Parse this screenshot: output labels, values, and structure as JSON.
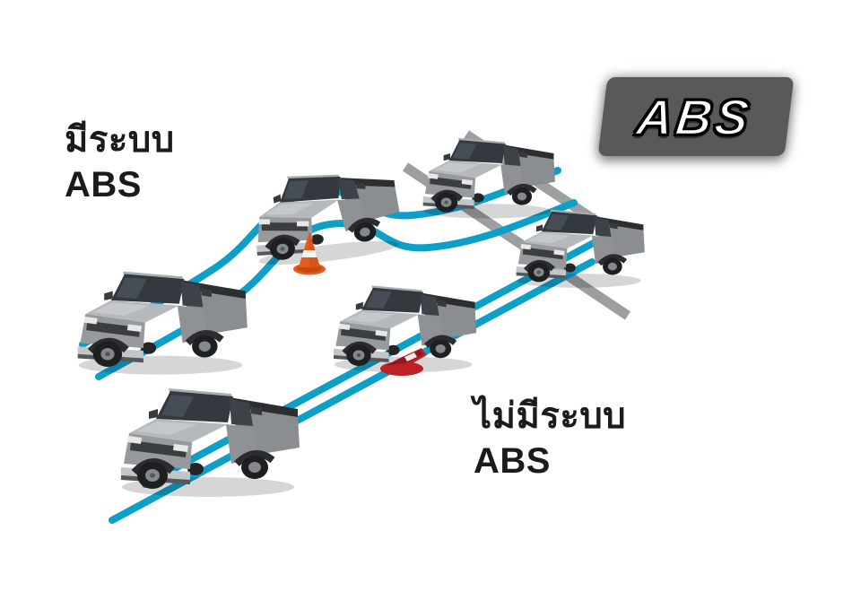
{
  "badge": {
    "text": "ABS"
  },
  "labels": {
    "with_abs": {
      "line1": "มีระบบ",
      "line2": "ABS"
    },
    "without_abs": {
      "line1": "ไม่มีระบบ",
      "line2": "ABS"
    }
  },
  "icons": {
    "vehicle": "pickup-truck",
    "with_abs_obstacle": "traffic-cone",
    "without_abs_obstacle": "crushed-traffic-cone"
  },
  "scene": {
    "with_abs": {
      "trucks": 3,
      "obstacle": "traffic-cone"
    },
    "without_abs": {
      "trucks": 3,
      "obstacle": "crushed-traffic-cone"
    }
  },
  "colors": {
    "background": "#ffffff",
    "track_blue": "#0c9fc7",
    "road_gray": "#9c9ea0",
    "cone_orange": "#e65a1e",
    "cone_red": "#bf2026",
    "badge_bg": "#58595b",
    "badge_text": "#ffffff",
    "label_text": "#1b1b1b"
  }
}
